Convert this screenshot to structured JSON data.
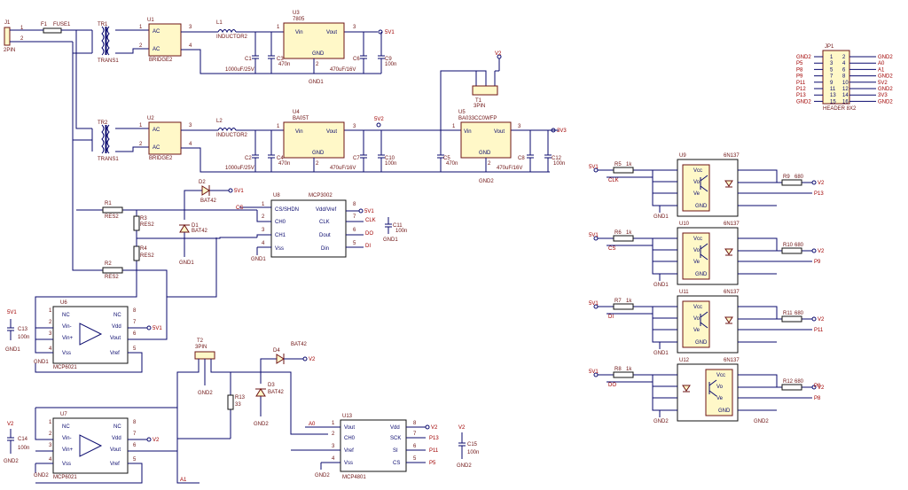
{
  "components": {
    "j1": {
      "ref": "J1",
      "value": "2PIN",
      "pins": [
        "1",
        "2"
      ]
    },
    "f1": {
      "ref": "F1",
      "value": "FUSE1"
    },
    "tr1": {
      "ref": "TR1",
      "value": "TRANS1"
    },
    "tr2": {
      "ref": "TR2",
      "value": "TRANS1"
    },
    "u1": {
      "ref": "U1",
      "value": "BRIDGE2",
      "pin_ac": "AC",
      "pins": [
        "1",
        "2",
        "3",
        "4"
      ]
    },
    "u2": {
      "ref": "U2",
      "value": "BRIDGE2",
      "pin_ac": "AC",
      "pins": [
        "1",
        "2",
        "3",
        "4"
      ]
    },
    "l1": {
      "ref": "L1",
      "value": "INDUCTOR2"
    },
    "l2": {
      "ref": "L2",
      "value": "INDUCTOR2"
    },
    "u3": {
      "ref": "U3",
      "value": "7805",
      "vin": "Vin",
      "vout": "Vout",
      "gnd": "GND",
      "pins": [
        "1",
        "2",
        "3"
      ]
    },
    "u4": {
      "ref": "U4",
      "value": "BA05T",
      "vin": "Vin",
      "vout": "Vout",
      "gnd": "GND",
      "pins": [
        "1",
        "2",
        "3"
      ]
    },
    "u5": {
      "ref": "U5",
      "value": "BA033CC0WFP",
      "vin": "Vin",
      "vout": "Vout",
      "gnd": "GND",
      "pins": [
        "1",
        "2",
        "3"
      ]
    },
    "c1": {
      "ref": "C1",
      "value": "1000uF/25V"
    },
    "c2": {
      "ref": "C2",
      "value": "1000uF/25V"
    },
    "c3": {
      "ref": "C3",
      "value": "470n"
    },
    "c4": {
      "ref": "C4",
      "value": "470n"
    },
    "c5": {
      "ref": "C5",
      "value": "470n"
    },
    "c6": {
      "ref": "C6",
      "value": "470uF/16V"
    },
    "c7": {
      "ref": "C7",
      "value": "470uF/16V"
    },
    "c8": {
      "ref": "C8",
      "value": "470uF/16V"
    },
    "c9": {
      "ref": "C9",
      "value": "100n"
    },
    "c10": {
      "ref": "C10",
      "value": "100n"
    },
    "c11": {
      "ref": "C11",
      "value": "100n"
    },
    "c12": {
      "ref": "C12",
      "value": "100n"
    },
    "c13": {
      "ref": "C13",
      "value": "100n"
    },
    "c14": {
      "ref": "C14",
      "value": "100n"
    },
    "c15": {
      "ref": "C15",
      "value": "100n"
    },
    "t1": {
      "ref": "T1",
      "value": "3PIN"
    },
    "t2": {
      "ref": "T2",
      "value": "3PIN"
    },
    "r1": {
      "ref": "R1",
      "value": "RES2"
    },
    "r2": {
      "ref": "R2",
      "value": "RES2"
    },
    "r3": {
      "ref": "R3",
      "value": "RES2"
    },
    "r4": {
      "ref": "R4",
      "value": "RES2"
    },
    "r5": {
      "ref": "R5",
      "value": "1k"
    },
    "r6": {
      "ref": "R6",
      "value": "1k"
    },
    "r7": {
      "ref": "R7",
      "value": "1k"
    },
    "r8": {
      "ref": "R8",
      "value": "1k"
    },
    "r9": {
      "ref": "R9",
      "value": "680"
    },
    "r10": {
      "ref": "R10",
      "value": "680"
    },
    "r11": {
      "ref": "R11",
      "value": "680"
    },
    "r12": {
      "ref": "R12",
      "value": "680"
    },
    "r13": {
      "ref": "R13",
      "value": "33"
    },
    "d1": {
      "ref": "D1",
      "value": "BAT42"
    },
    "d2": {
      "ref": "D2",
      "value": "BAT42"
    },
    "d3": {
      "ref": "D3",
      "value": "BAT42"
    },
    "d4": {
      "ref": "D4",
      "value": "BAT42"
    },
    "u6": {
      "ref": "U6",
      "value": "MCP6021",
      "pins_l": [
        "NC",
        "Vin-",
        "Vin+",
        "Vss"
      ],
      "pins_r": [
        "NC",
        "Vdd",
        "Vout",
        "Vref"
      ],
      "nums_l": [
        "1",
        "2",
        "3",
        "4"
      ],
      "nums_r": [
        "8",
        "7",
        "6",
        "5"
      ]
    },
    "u7": {
      "ref": "U7",
      "value": "MCP6021",
      "pins_l": [
        "NC",
        "Vin-",
        "Vin+",
        "Vss"
      ],
      "pins_r": [
        "NC",
        "Vdd",
        "Vout",
        "Vref"
      ],
      "nums_l": [
        "1",
        "2",
        "3",
        "4"
      ],
      "nums_r": [
        "8",
        "7",
        "6",
        "5"
      ]
    },
    "u8": {
      "ref": "U8",
      "value": "MCP3002",
      "pins_l": [
        "CS/SHDN",
        "CH0",
        "CH1",
        "Vss"
      ],
      "pins_r": [
        "Vdd/Vref",
        "CLK",
        "Dout",
        "Din"
      ],
      "nums_l": [
        "1",
        "2",
        "3",
        "4"
      ],
      "nums_r": [
        "8",
        "7",
        "6",
        "5"
      ]
    },
    "u13": {
      "ref": "U13",
      "value": "MCP4801",
      "pins_l": [
        "Vout",
        "CH0",
        "Vref",
        "Vss"
      ],
      "pins_r": [
        "Vdd",
        "SCK",
        "SI",
        "CS"
      ],
      "nums_l": [
        "1",
        "2",
        "3",
        "4"
      ],
      "nums_r": [
        "8",
        "7",
        "6",
        "5"
      ]
    },
    "u9": {
      "ref": "U9",
      "value": "6N137"
    },
    "u10": {
      "ref": "U10",
      "value": "6N137"
    },
    "u11": {
      "ref": "U11",
      "value": "6N137"
    },
    "u12": {
      "ref": "U12",
      "value": "6N137"
    },
    "jp1": {
      "ref": "JP1",
      "value": "HEADER 8X2"
    }
  },
  "opto_pins": {
    "vcc": "Vcc",
    "vo": "Vo",
    "ve": "Ve",
    "gnd": "GND"
  },
  "nets": {
    "v5v1": "5V1",
    "v5v2": "5V2",
    "v3v3": "3V3",
    "gnd1": "GND1",
    "gnd2": "GND2",
    "v2": "V2",
    "cs": "CS",
    "clk": "CLK",
    "do": "DO",
    "di": "DI",
    "a0": "A0",
    "a1": "A1",
    "p13": "P13",
    "p9": "P9",
    "p11": "P11",
    "p8": "P8",
    "p12": "P12",
    "p5": "P5"
  },
  "header": {
    "left_nets": [
      "GND2",
      "P5",
      "P8",
      "P9",
      "P11",
      "P12",
      "P13",
      "GND2"
    ],
    "left_nums": [
      "1",
      "3",
      "5",
      "7",
      "9",
      "11",
      "13",
      "15"
    ],
    "right_nums": [
      "2",
      "4",
      "6",
      "8",
      "10",
      "12",
      "14",
      "16"
    ],
    "right_nets": [
      "GND2",
      "A0",
      "A1",
      "GND2",
      "5V2",
      "GND2",
      "3V3",
      "GND2"
    ]
  }
}
